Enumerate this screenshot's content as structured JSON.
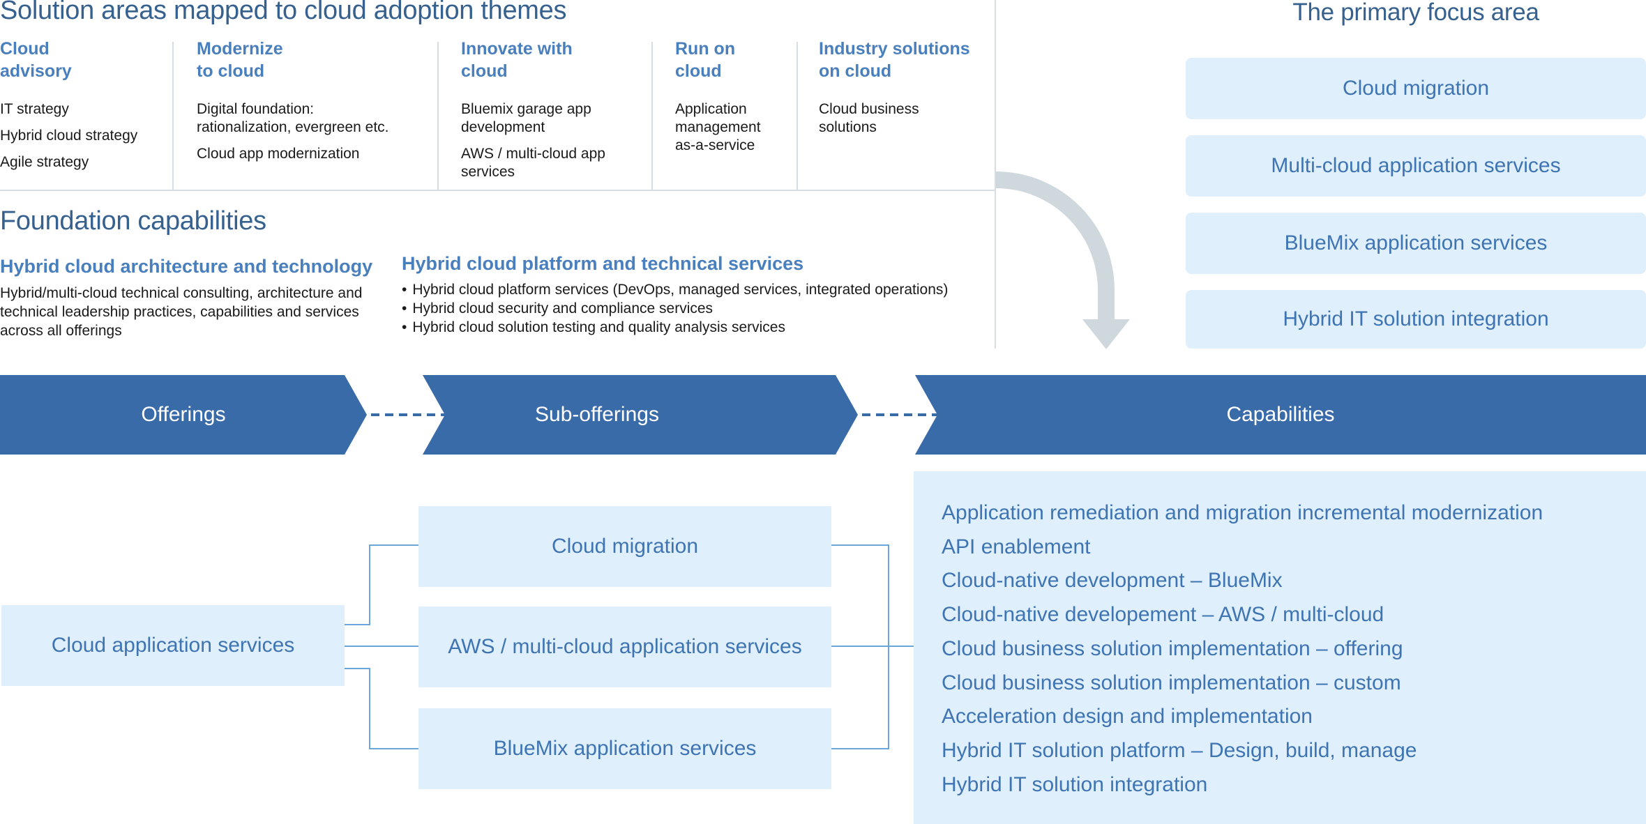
{
  "solution_areas": {
    "title": "Solution areas mapped to cloud adoption themes",
    "columns": [
      {
        "heading": "Cloud\nadvisory",
        "items": [
          "IT strategy",
          "Hybrid cloud strategy",
          "Agile strategy"
        ]
      },
      {
        "heading": "Modernize\nto cloud",
        "items": [
          "Digital foundation:\nrationalization, evergreen etc.",
          "Cloud app modernization"
        ]
      },
      {
        "heading": "Innovate with\ncloud",
        "items": [
          "Bluemix garage app\ndevelopment",
          "AWS / multi-cloud app\nservices"
        ]
      },
      {
        "heading": "Run on\ncloud",
        "items": [
          "Application\nmanagement\nas-a-service"
        ]
      },
      {
        "heading": "Industry solutions\non cloud",
        "items": [
          "Cloud business\nsolutions"
        ]
      }
    ]
  },
  "foundation": {
    "title": "Foundation capabilities",
    "left": {
      "heading": "Hybrid cloud architecture and technology",
      "text": "Hybrid/multi-cloud technical consulting, architecture and technical leadership practices, capabilities and services across all offerings"
    },
    "right": {
      "heading": "Hybrid cloud platform and technical services",
      "bullets": [
        "Hybrid cloud platform services (DevOps, managed services, integrated operations)",
        "Hybrid cloud security and compliance services",
        "Hybrid cloud solution testing and quality analysis services"
      ]
    }
  },
  "focus": {
    "title": "The primary focus area",
    "items": [
      "Cloud migration",
      "Multi-cloud application services",
      "BlueMix application services",
      "Hybrid IT solution integration"
    ]
  },
  "flow": {
    "stages": [
      "Offerings",
      "Sub-offerings",
      "Capabilities"
    ]
  },
  "offering": "Cloud application services",
  "sub_offerings": [
    "Cloud migration",
    "AWS / multi-cloud application services",
    "BlueMix application services"
  ],
  "capabilities": [
    "Application remediation and migration incremental modernization",
    "API enablement",
    "Cloud-native development – BlueMix",
    "Cloud-native developement – AWS / multi-cloud",
    "Cloud business solution implementation – offering",
    "Cloud business solution implementation – custom",
    "Acceleration design and implementation",
    "Hybrid IT solution platform – Design, build, manage",
    "Hybrid IT solution integration"
  ],
  "colors": {
    "title": "#36618f",
    "accent": "#4a7fbd",
    "band": "#3a6ba9",
    "box": "#dfeffc",
    "connector": "#6aa7d8",
    "curve_arrow": "#cfd8dc"
  }
}
